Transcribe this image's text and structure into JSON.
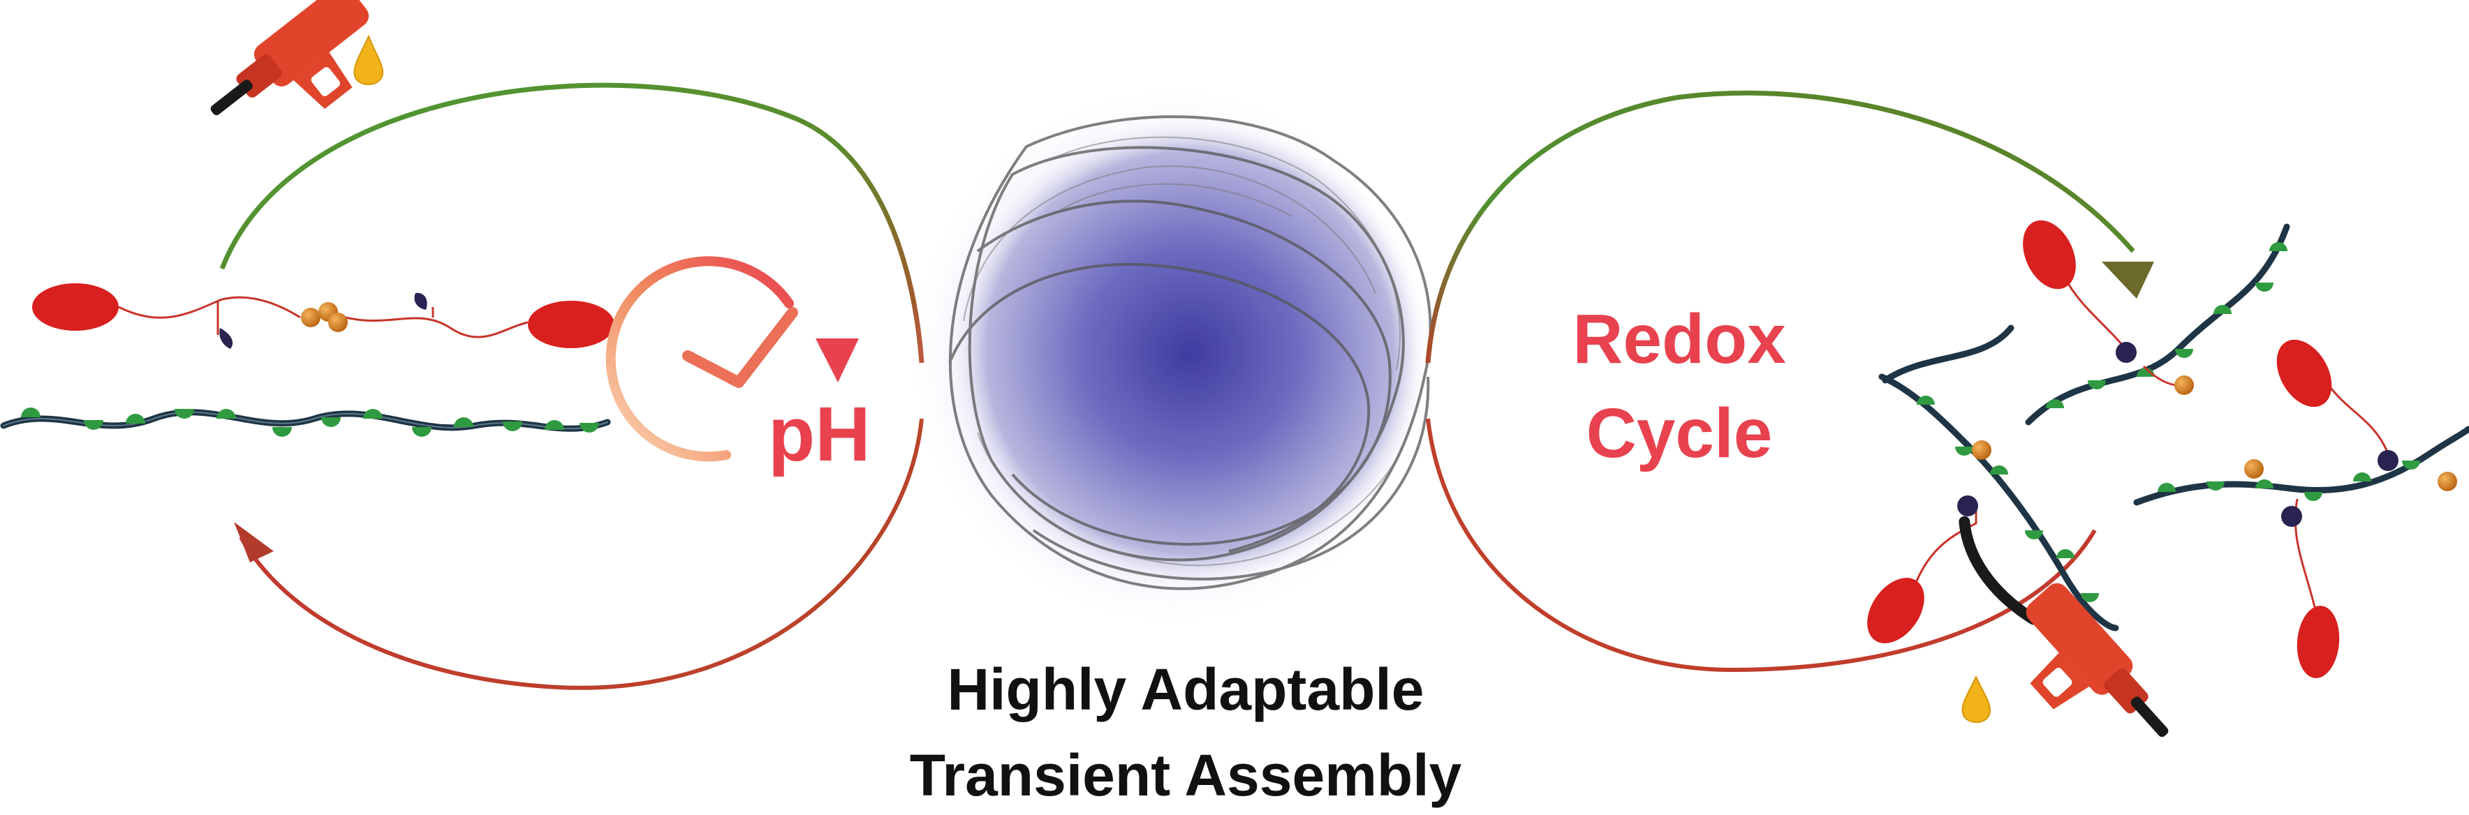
{
  "labels": {
    "ph": "pH",
    "redox_line1": "Redox",
    "redox_line2": "Cycle",
    "caption_line1": "Highly Adaptable",
    "caption_line2": "Transient Assembly"
  },
  "colors": {
    "accent_red": "#e8424e",
    "arc_green": "#3f8f35",
    "arc_red": "#c43a2e",
    "ellipse_red": "#d8201f",
    "polymer_dark": "#1f3546",
    "green_unit": "#2f9a3f",
    "orange_ball": "#d2791f",
    "navy_unit": "#2a2250",
    "assembly_core": "#4c4aa8",
    "caption": "#111111",
    "drop": "#f2b31a"
  },
  "icons": [
    "fuel-pump-icon",
    "fuel-drop-icon",
    "clock-icon",
    "nanoparticle-icon"
  ]
}
